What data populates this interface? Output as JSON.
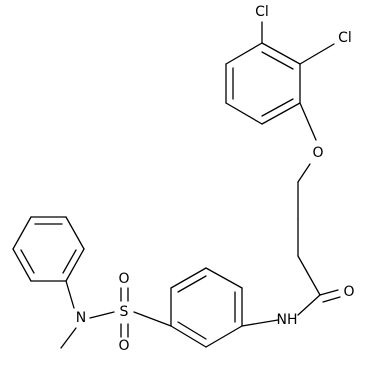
{
  "atoms": {
    "cl_top": "Cl",
    "cl_right": "Cl",
    "o_ether": "O",
    "o_carbonyl": "O",
    "n_amide": "NH",
    "s_sulfonyl": "S",
    "o_sulfonyl_top": "O",
    "o_sulfonyl_bottom": "O",
    "n_sulfonamide": "N"
  }
}
